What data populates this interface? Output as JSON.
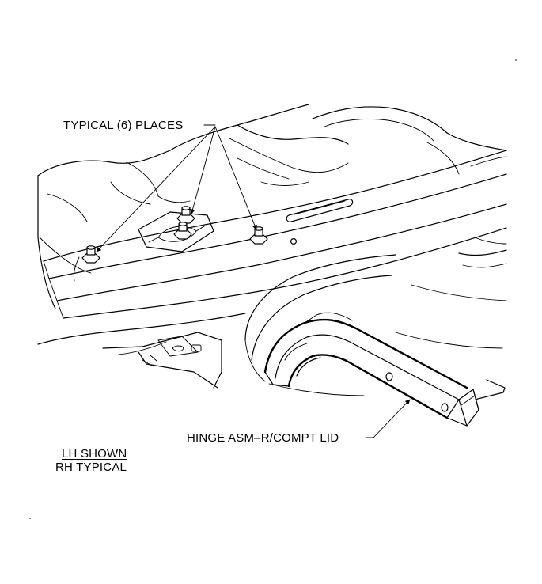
{
  "callouts": {
    "fasteners": "TYPICAL (6) PLACES",
    "hinge": "HINGE ASM–R/COMPT LID"
  },
  "note": {
    "line1": "LH SHOWN",
    "line2": "RH TYPICAL"
  }
}
